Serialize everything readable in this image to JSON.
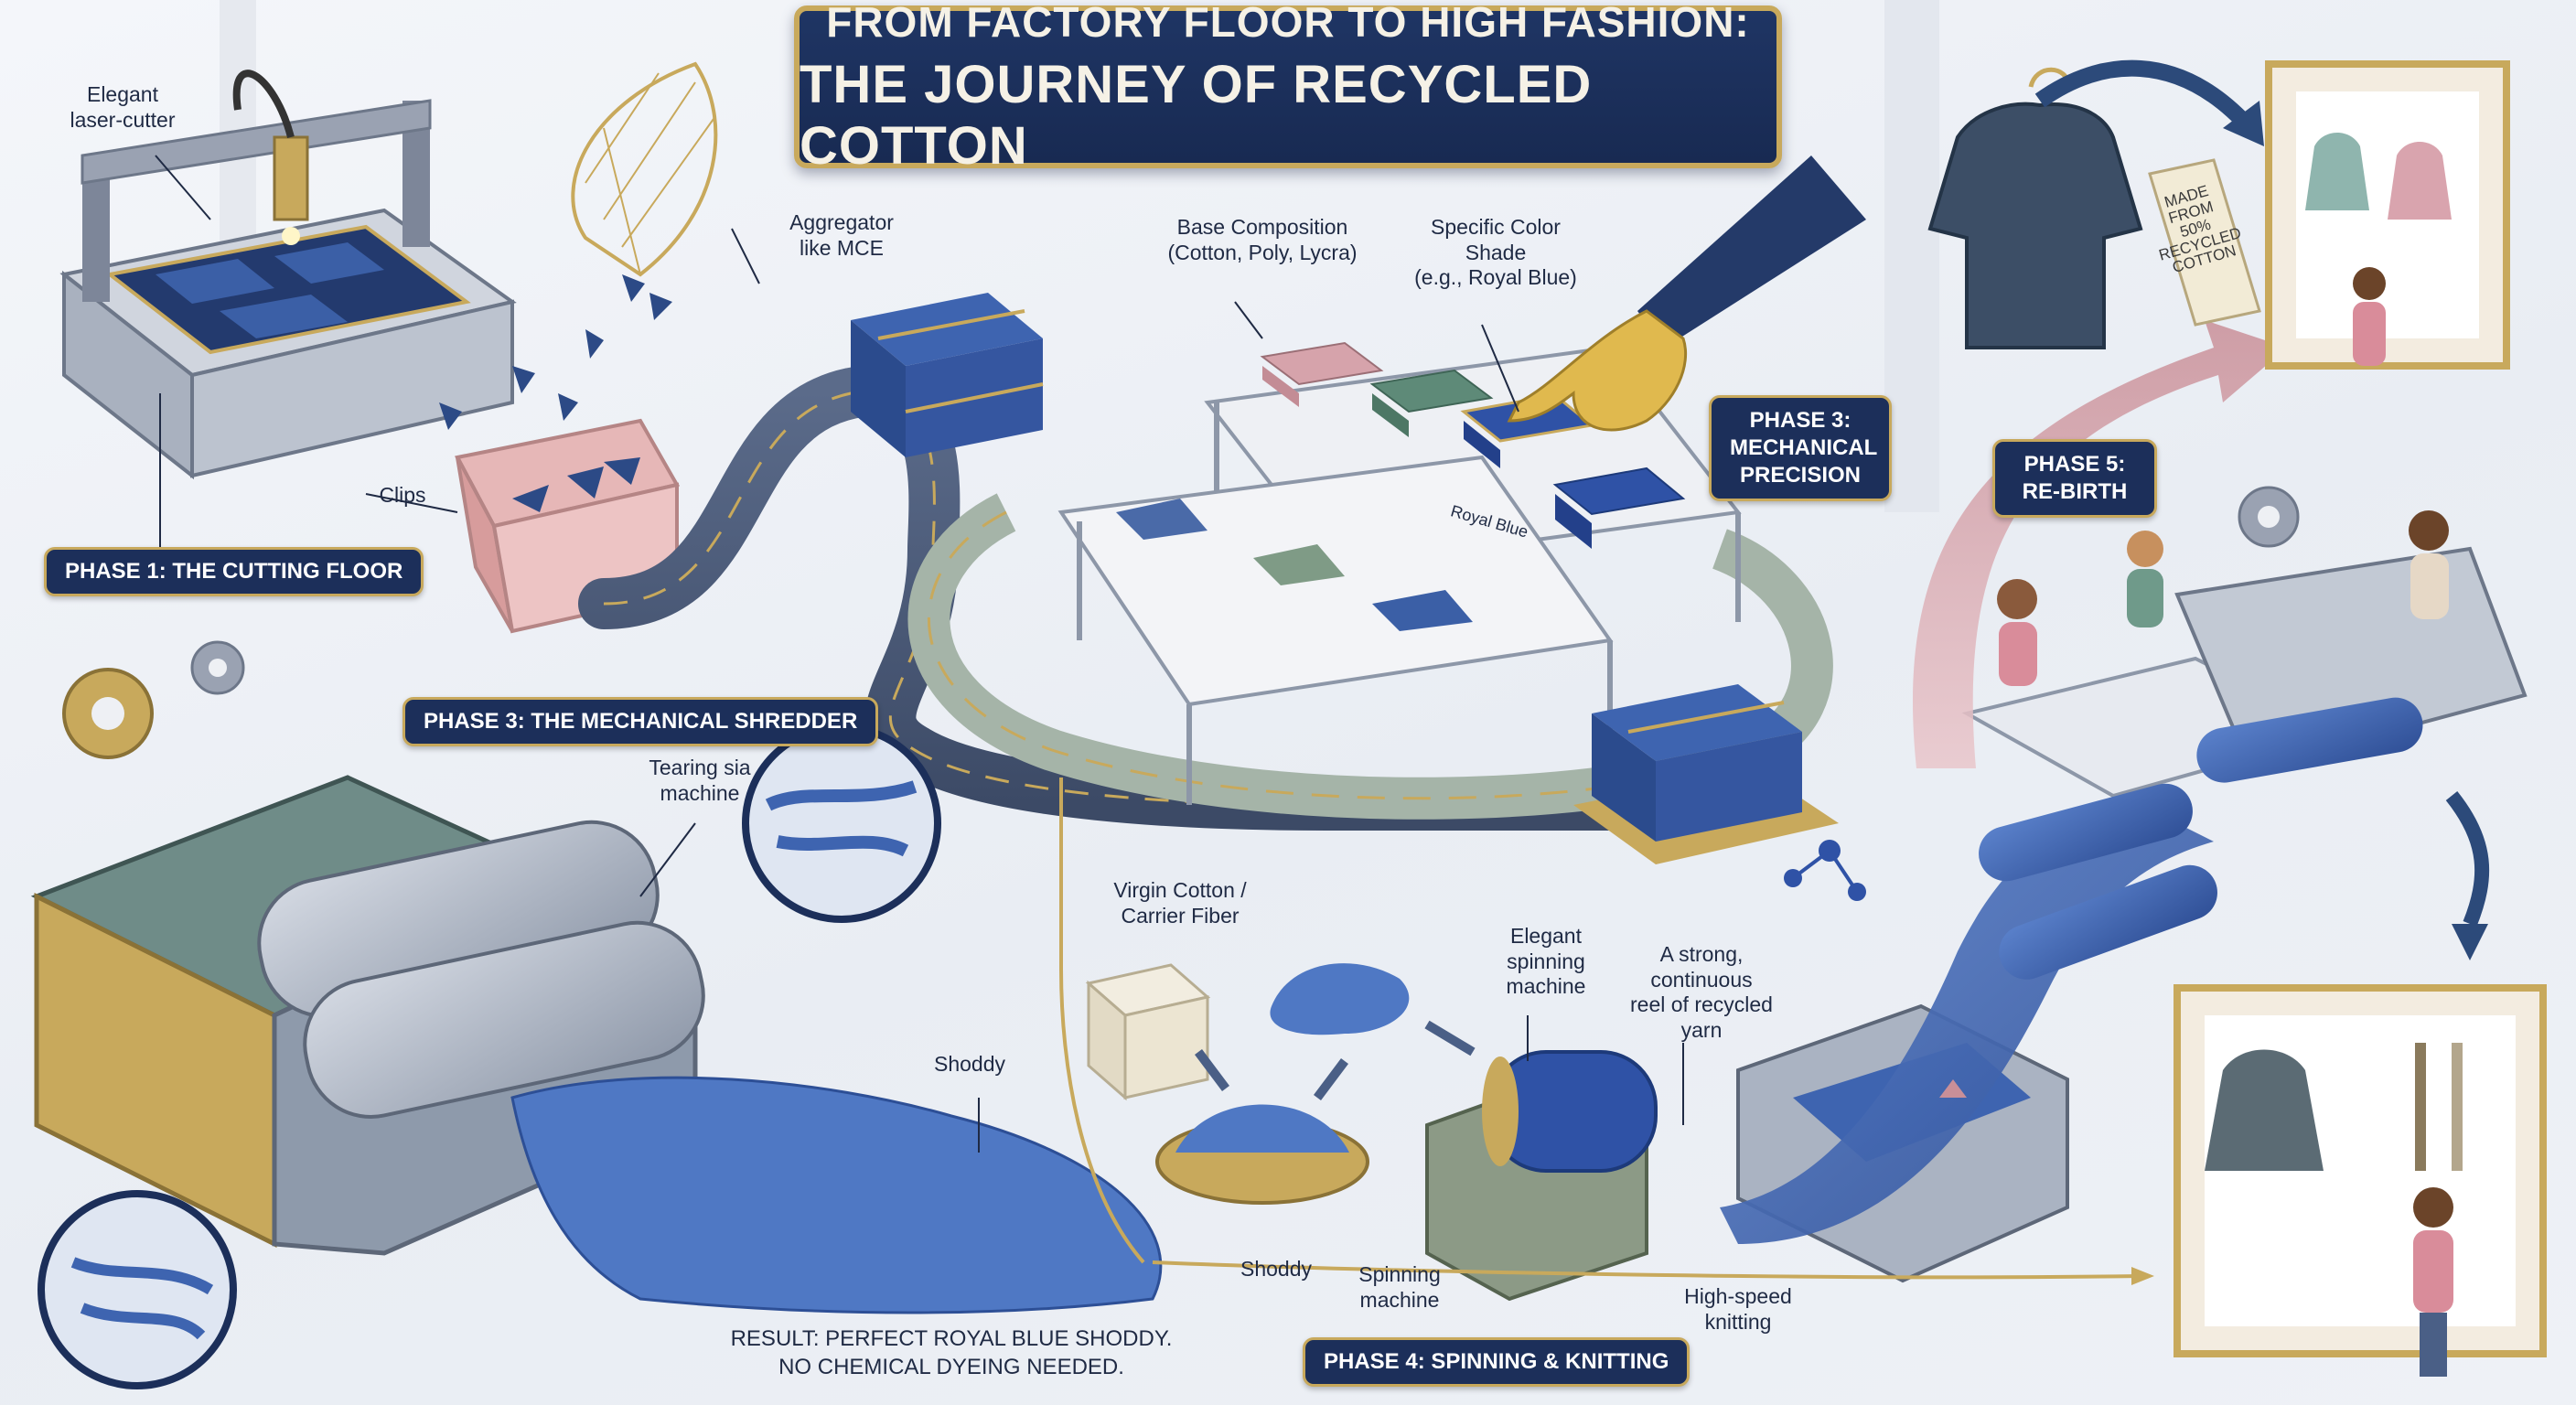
{
  "title": {
    "line1": "FROM FACTORY FLOOR TO HIGH FASHION:",
    "line2": "THE JOURNEY OF RECYCLED COTTON"
  },
  "phases": {
    "cutting_floor": "PHASE 1: THE CUTTING FLOOR",
    "precision_line1": "PHASE 3:",
    "precision_line2": "MECHANICAL",
    "precision_line3": "PRECISION",
    "shredder": "PHASE 3: THE MECHANICAL SHREDDER",
    "spinning_knitting": "PHASE 4: SPINNING & KNITTING",
    "rebirth_line1": "PHASE 5:",
    "rebirth_line2": "RE-BIRTH"
  },
  "labels": {
    "laser_cutter": "Elegant\nlaser-cutter",
    "aggregator": "Aggregator\nlike MCE",
    "clips": "Clips",
    "base_composition": "Base Composition\n(Cotton, Poly, Lycra)",
    "color_shade": "Specific Color\nShade\n(e.g., Royal Blue)",
    "royal_blue": "Royal Blue",
    "tearing_machine": "Tearing sia\nmachine",
    "virgin_cotton": "Virgin Cotton /\nCarrier Fiber",
    "elegant_spinning": "Elegant\nspinning\nmachine",
    "strong_reel": "A strong,\ncontinuous\nreel of recycled\nyarn",
    "shoddy_top": "Shoddy",
    "shoddy_bottom": "Shoddy",
    "spinning_machine": "Spinning\nmachine",
    "high_speed_knitting": "High-speed\nknitting",
    "tag": "MADE\nFROM\n50%\nRECYCLED\nCOTTON"
  },
  "result": {
    "line1": "RESULT: PERFECT ROYAL BLUE SHODDY.",
    "line2": "NO CHEMICAL DYEING NEEDED."
  },
  "colors": {
    "navy": "#1c2f5a",
    "gold": "#c8a95c",
    "royal_blue": "#3e64b0",
    "pink_arrow": "#d9a9b0",
    "belt": "#4a5a78"
  }
}
